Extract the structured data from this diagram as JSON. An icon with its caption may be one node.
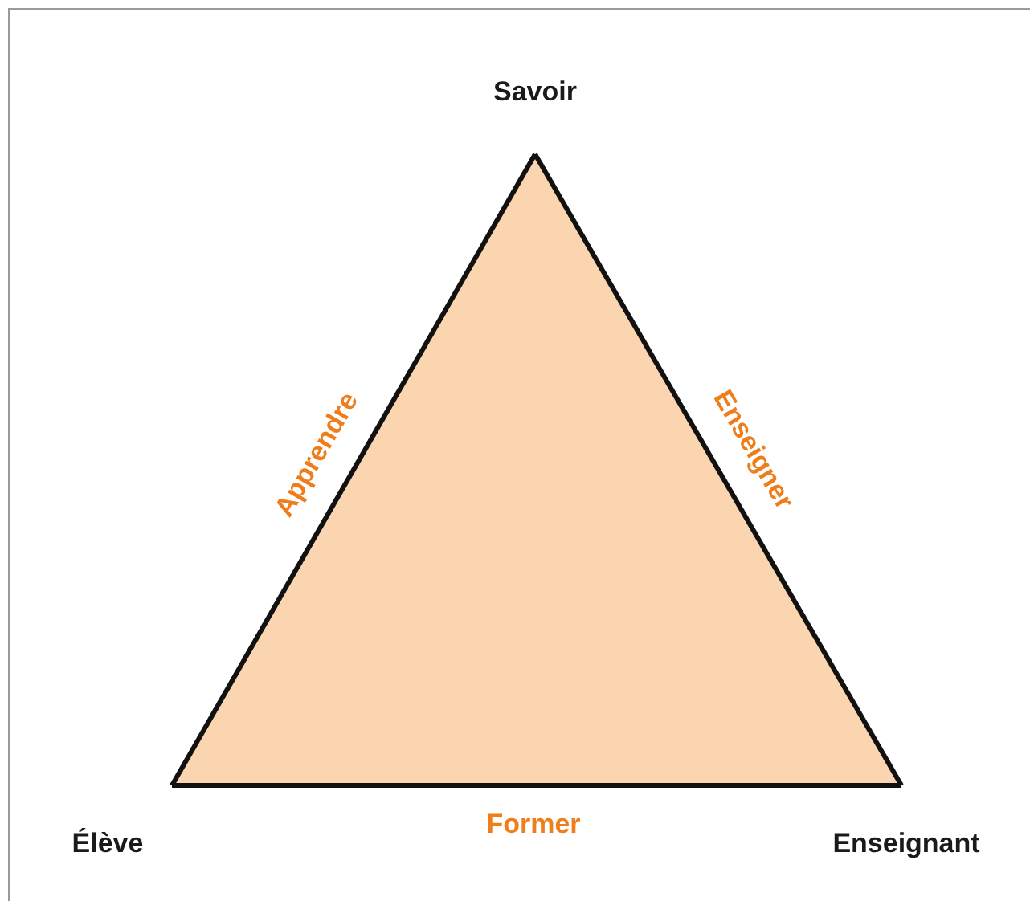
{
  "diagram": {
    "nodes": [
      {
        "text": [
          "Savoir"
        ]
      },
      {
        "text": [
          "Élève"
        ]
      },
      {
        "text": [
          "Enseignant"
        ]
      }
    ],
    "edges": [
      {
        "from": 1,
        "to": 0,
        "arrow": "none",
        "label": "Apprendre"
      },
      {
        "from": 0,
        "to": 2,
        "arrow": "none",
        "label": "Enseigner"
      },
      {
        "from": 1,
        "to": 2,
        "arrow": "none",
        "label": "Former"
      }
    ]
  }
}
